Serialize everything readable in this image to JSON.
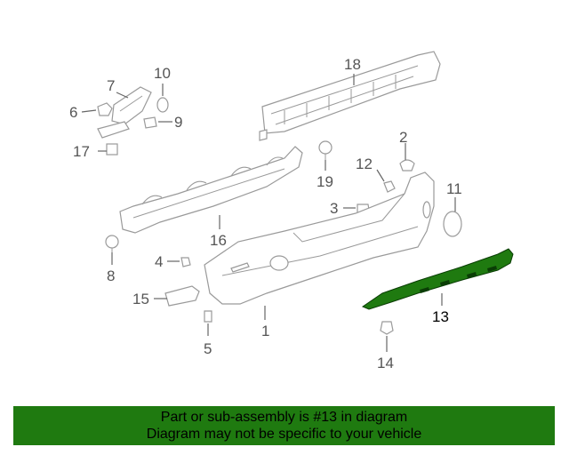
{
  "diagram": {
    "highlight_color": "#1f7a10",
    "callouts": [
      {
        "id": "c1",
        "label": "1"
      },
      {
        "id": "c2",
        "label": "2"
      },
      {
        "id": "c3",
        "label": "3"
      },
      {
        "id": "c4",
        "label": "4"
      },
      {
        "id": "c5",
        "label": "5"
      },
      {
        "id": "c6",
        "label": "6"
      },
      {
        "id": "c7",
        "label": "7"
      },
      {
        "id": "c8",
        "label": "8"
      },
      {
        "id": "c9",
        "label": "9"
      },
      {
        "id": "c10",
        "label": "10"
      },
      {
        "id": "c11",
        "label": "11"
      },
      {
        "id": "c12",
        "label": "12"
      },
      {
        "id": "c13",
        "label": "13"
      },
      {
        "id": "c14",
        "label": "14"
      },
      {
        "id": "c15",
        "label": "15"
      },
      {
        "id": "c16",
        "label": "16"
      },
      {
        "id": "c17",
        "label": "17"
      },
      {
        "id": "c18",
        "label": "18"
      },
      {
        "id": "c19",
        "label": "19"
      }
    ]
  },
  "banner": {
    "line1": "Part or sub-assembly is #13 in diagram",
    "line2": "Diagram may not be specific to your vehicle",
    "background": "#1f7a10"
  }
}
